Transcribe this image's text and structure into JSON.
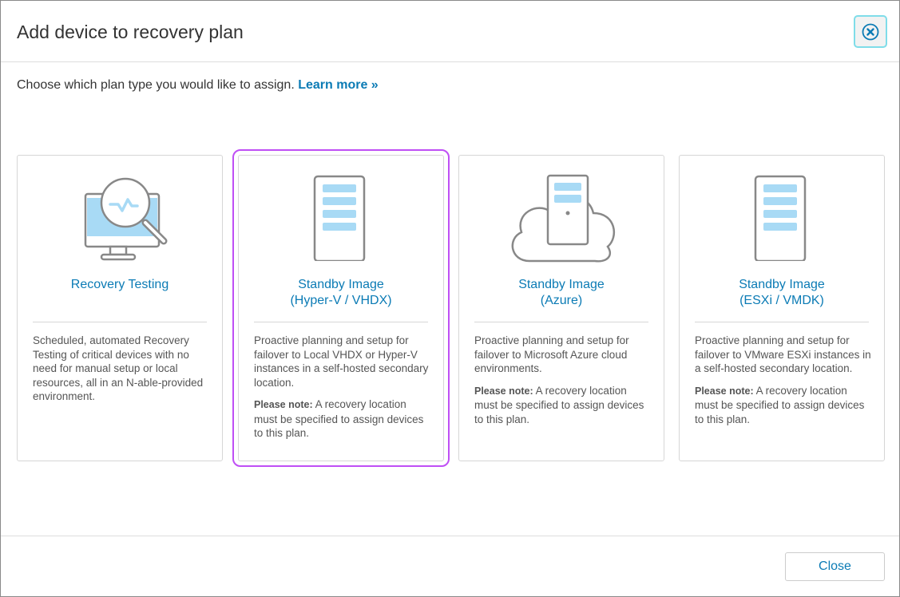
{
  "dialog": {
    "title": "Add device to recovery plan",
    "intro": "Choose which plan type you would like to assign.",
    "learn_more": "Learn more »",
    "close_label": "Close"
  },
  "cards": [
    {
      "title1": "Recovery Testing",
      "title2": "",
      "description": "Scheduled, automated Recovery Testing of critical devices with no need for manual setup or local resources, all in an N-able-provided environment.",
      "note_label": "",
      "note": ""
    },
    {
      "title1": "Standby Image",
      "title2": "(Hyper-V / VHDX)",
      "description": "Proactive planning and setup for failover to Local VHDX or Hyper-V instances in a self-hosted secondary location.",
      "note_label": "Please note:",
      "note": " A recovery location must be specified to assign devices to this plan."
    },
    {
      "title1": "Standby Image",
      "title2": "(Azure)",
      "description": "Proactive planning and setup for failover to Microsoft Azure cloud environments.",
      "note_label": "Please note:",
      "note": " A recovery location must be specified to assign devices to this plan."
    },
    {
      "title1": "Standby Image",
      "title2": "(ESXi / VMDK)",
      "description": "Proactive planning and setup for failover to VMware ESXi instances in a self-hosted secondary location.",
      "note_label": "Please note:",
      "note": " A recovery location must be specified to assign devices to this plan."
    }
  ],
  "colors": {
    "accent": "#0b7bb5",
    "selected": "#bf4ff5",
    "icon_fill": "#a8daf5"
  }
}
